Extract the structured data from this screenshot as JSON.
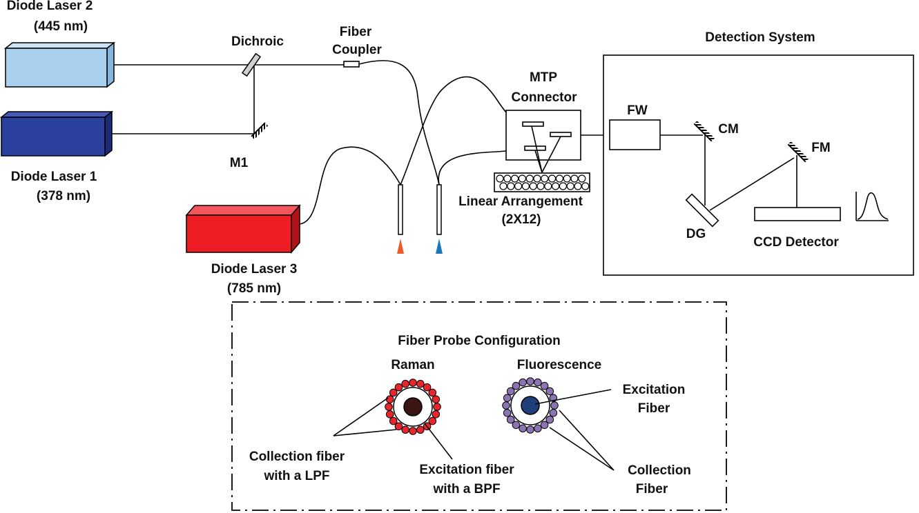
{
  "lasers": {
    "laser2": {
      "name": "Diode Laser 2",
      "wavelength": "(445 nm)",
      "front": "#a9d0ef",
      "top": "#cde4f7",
      "side": "#86b6de"
    },
    "laser1": {
      "name": "Diode Laser 1",
      "wavelength": "(378 nm)",
      "front": "#2b3f9c",
      "top": "#4459b8",
      "side": "#1c2b75"
    },
    "laser3": {
      "name": "Diode Laser 3",
      "wavelength": "(785 nm)",
      "front": "#ee1d24",
      "top": "#f5565b",
      "side": "#b51217"
    }
  },
  "components": {
    "dichroic": "Dichroic",
    "mirror1": "M1",
    "fiber_coupler": [
      "Fiber",
      "Coupler"
    ],
    "mtp_connector": [
      "MTP",
      "Connector"
    ],
    "linear_arrangement": [
      "Linear Arrangement",
      "(2X12)"
    ]
  },
  "detection": {
    "title": "Detection System",
    "fw": "FW",
    "cm": "CM",
    "fm": "FM",
    "dg": "DG",
    "ccd": "CCD Detector"
  },
  "probe": {
    "title": "Fiber Probe Configuration",
    "raman": {
      "title": "Raman",
      "ring_color": "#e8262b",
      "core_color": "#3b1414",
      "collection_label": [
        "Collection fiber",
        "with a LPF"
      ],
      "excitation_label": [
        "Excitation fiber",
        "with a BPF"
      ]
    },
    "fluorescence": {
      "title": "Fluorescence",
      "ring_color": "#8b74b4",
      "core_color": "#1f3f78",
      "excitation_label": [
        "Excitation",
        "Fiber"
      ],
      "collection_label": [
        "Collection",
        "Fiber"
      ]
    }
  },
  "probe_tips": {
    "left_color": "#f05a28",
    "right_color": "#1b75bb"
  }
}
